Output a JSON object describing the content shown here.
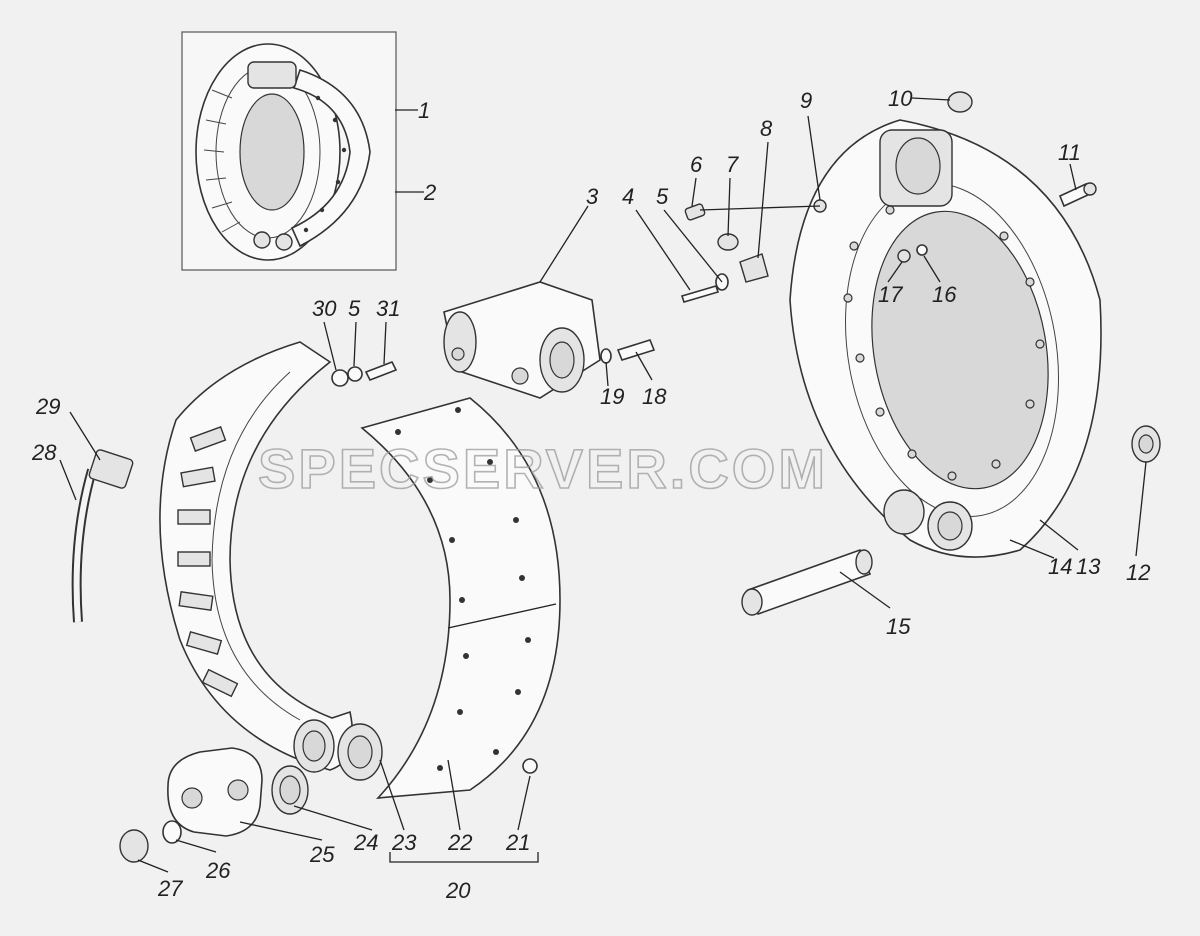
{
  "watermark": "SPECSERVER.COM",
  "callouts": {
    "c1": "1",
    "c2": "2",
    "c3": "3",
    "c4": "4",
    "c5a": "5",
    "c5b": "5",
    "c6": "6",
    "c7": "7",
    "c8": "8",
    "c9": "9",
    "c10": "10",
    "c11": "11",
    "c12": "12",
    "c13": "13",
    "c14": "14",
    "c15": "15",
    "c16": "16",
    "c17": "17",
    "c18": "18",
    "c19": "19",
    "c20": "20",
    "c21": "21",
    "c22": "22",
    "c23": "23",
    "c24": "24",
    "c25": "25",
    "c26": "26",
    "c27": "27",
    "c28": "28",
    "c29": "29",
    "c30": "30",
    "c31": "31"
  }
}
